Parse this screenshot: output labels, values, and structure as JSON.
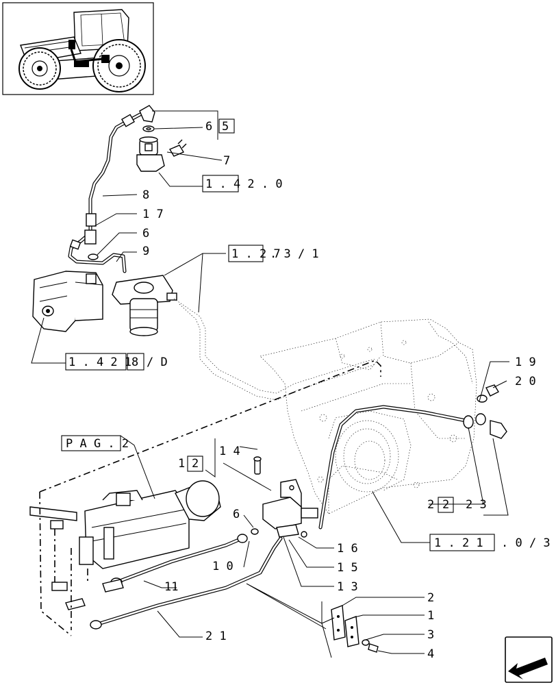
{
  "refs": {
    "r_1_42_0": "1 . 4 2 . 0",
    "r_1_27_3": "1 . 2 7",
    "r_1_27_3_tail": ". 3 / 1",
    "r_1_42_18": "1 . 4 2 1",
    "r_1_42_18_box": "8",
    "r_1_42_18_tail": "/ D",
    "r_pag": "P A G . 2",
    "r_1_21_0": "1 . 2 1",
    "r_1_21_0_tail": ". 0 / 3"
  },
  "callouts": {
    "c65a": "6",
    "c65b": "5",
    "c7": "7",
    "c8": "8",
    "c17": "1 7",
    "c6a": "6",
    "c9": "9",
    "c19": "1 9",
    "c20": "2 0",
    "c12a": "1",
    "c12b": "2",
    "c14": "1 4",
    "c6b": "6",
    "c10": "1 0",
    "c11": "11",
    "c16": "1 6",
    "c15": "1 5",
    "c13": "1 3",
    "c22a": "2",
    "c22b": "2",
    "c23": "2 3",
    "c21": "2 1",
    "c2": "2",
    "c1": "1",
    "c3": "3",
    "c4": "4"
  }
}
